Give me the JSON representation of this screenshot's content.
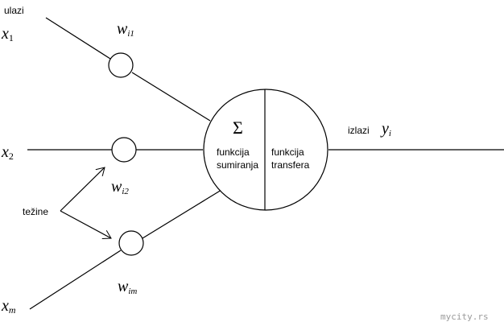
{
  "labels": {
    "inputs": "ulazi",
    "x1": "x",
    "x1_sub": "1",
    "x2": "x",
    "x2_sub": "2",
    "xm": "x",
    "xm_sub": "m",
    "w1": "w",
    "w1_sub": "i1",
    "w2": "w",
    "w2_sub": "i2",
    "wm": "w",
    "wm_sub": "im",
    "weights": "težine",
    "sigma": "Σ",
    "sum_line1": "funkcija",
    "sum_line2": "sumiranja",
    "transfer_line1": "funkcija",
    "transfer_line2": "transfera",
    "outputs": "izlazi",
    "y": "y",
    "y_sub": "i"
  },
  "watermark": "mycity.rs",
  "colors": {
    "line": "#000000",
    "watermark": "#9a9a9a"
  }
}
